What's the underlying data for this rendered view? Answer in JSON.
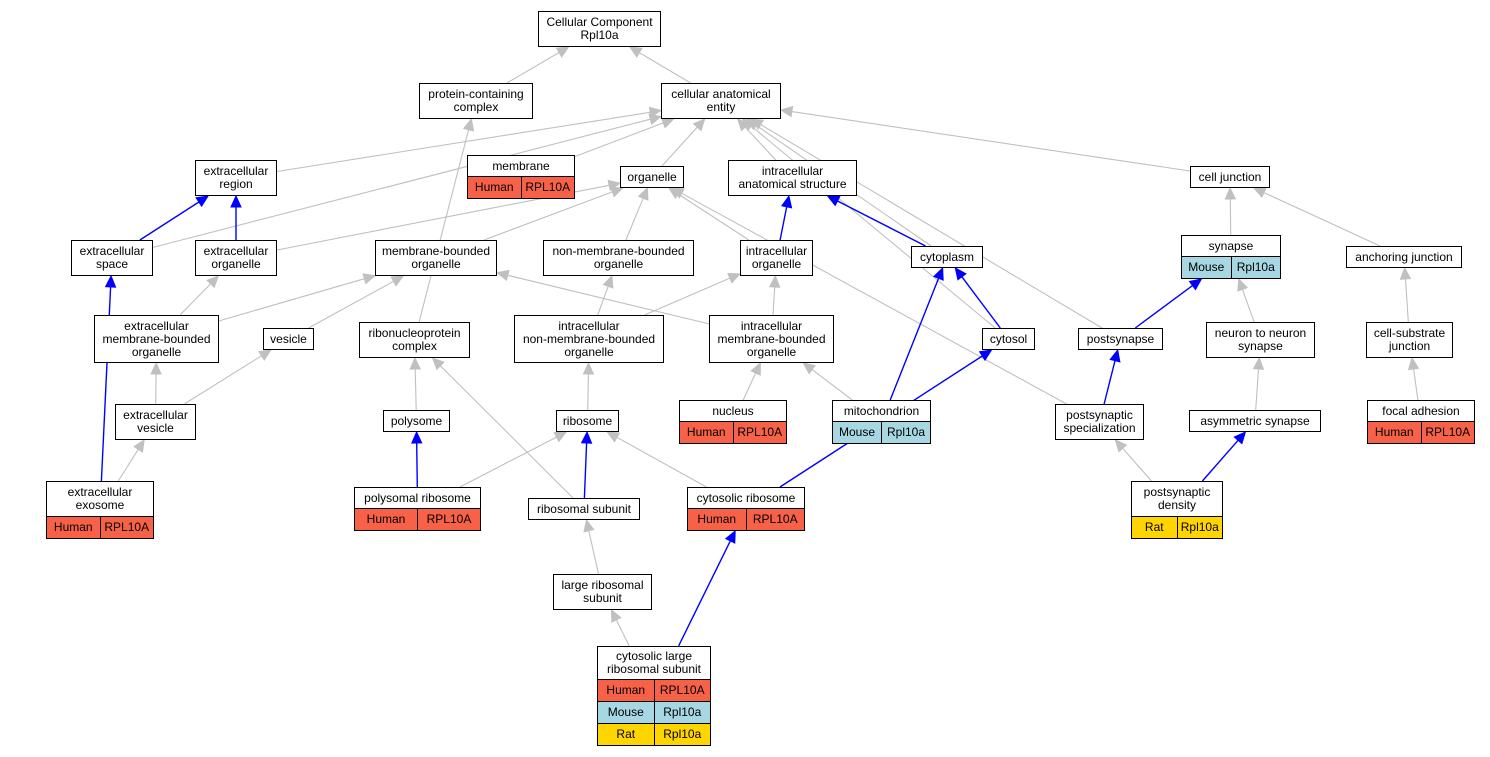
{
  "colors": {
    "edge_is_a": "#c0c0c0",
    "edge_part_of": "#0000ff",
    "species": {
      "Human": "#f76148",
      "Mouse": "#a6d7e3",
      "Rat": "#ffd500"
    }
  },
  "nodes": [
    {
      "id": "cellular_component",
      "lines": [
        "Cellular Component",
        "Rpl10a"
      ],
      "annotations": []
    },
    {
      "id": "protein_containing_complex",
      "lines": [
        "protein-containing",
        "complex"
      ],
      "annotations": []
    },
    {
      "id": "cellular_anatomical_entity",
      "lines": [
        "cellular anatomical",
        "entity"
      ],
      "annotations": []
    },
    {
      "id": "membrane",
      "lines": [
        "membrane"
      ],
      "annotations": [
        {
          "species": "Human",
          "gene": "RPL10A"
        }
      ]
    },
    {
      "id": "extracellular_region",
      "lines": [
        "extracellular",
        "region"
      ],
      "annotations": []
    },
    {
      "id": "organelle",
      "lines": [
        "organelle"
      ],
      "annotations": []
    },
    {
      "id": "intracellular_anatomical_structure",
      "lines": [
        "intracellular",
        "anatomical structure"
      ],
      "annotations": []
    },
    {
      "id": "cell_junction",
      "lines": [
        "cell junction"
      ],
      "annotations": []
    },
    {
      "id": "extracellular_space",
      "lines": [
        "extracellular",
        "space"
      ],
      "annotations": []
    },
    {
      "id": "extracellular_organelle",
      "lines": [
        "extracellular",
        "organelle"
      ],
      "annotations": []
    },
    {
      "id": "membrane_bounded_organelle",
      "lines": [
        "membrane-bounded",
        "organelle"
      ],
      "annotations": []
    },
    {
      "id": "non_membrane_bounded_organelle",
      "lines": [
        "non-membrane-bounded",
        "organelle"
      ],
      "annotations": []
    },
    {
      "id": "intracellular_organelle",
      "lines": [
        "intracellular",
        "organelle"
      ],
      "annotations": []
    },
    {
      "id": "cytoplasm",
      "lines": [
        "cytoplasm"
      ],
      "annotations": []
    },
    {
      "id": "synapse",
      "lines": [
        "synapse"
      ],
      "annotations": [
        {
          "species": "Mouse",
          "gene": "Rpl10a"
        }
      ]
    },
    {
      "id": "anchoring_junction",
      "lines": [
        "anchoring junction"
      ],
      "annotations": []
    },
    {
      "id": "extracellular_membrane_bounded_organelle",
      "lines": [
        "extracellular",
        "membrane-bounded",
        "organelle"
      ],
      "annotations": []
    },
    {
      "id": "vesicle",
      "lines": [
        "vesicle"
      ],
      "annotations": []
    },
    {
      "id": "ribonucleoprotein_complex",
      "lines": [
        "ribonucleoprotein",
        "complex"
      ],
      "annotations": []
    },
    {
      "id": "intracellular_non_membrane_bounded_organelle",
      "lines": [
        "intracellular",
        "non-membrane-bounded",
        "organelle"
      ],
      "annotations": []
    },
    {
      "id": "intracellular_membrane_bounded_organelle",
      "lines": [
        "intracellular",
        "membrane-bounded",
        "organelle"
      ],
      "annotations": []
    },
    {
      "id": "cytosol",
      "lines": [
        "cytosol"
      ],
      "annotations": []
    },
    {
      "id": "postsynapse",
      "lines": [
        "postsynapse"
      ],
      "annotations": []
    },
    {
      "id": "neuron_to_neuron_synapse",
      "lines": [
        "neuron to neuron",
        "synapse"
      ],
      "annotations": []
    },
    {
      "id": "cell_substrate_junction",
      "lines": [
        "cell-substrate",
        "junction"
      ],
      "annotations": []
    },
    {
      "id": "extracellular_vesicle",
      "lines": [
        "extracellular",
        "vesicle"
      ],
      "annotations": []
    },
    {
      "id": "polysome",
      "lines": [
        "polysome"
      ],
      "annotations": []
    },
    {
      "id": "ribosome",
      "lines": [
        "ribosome"
      ],
      "annotations": []
    },
    {
      "id": "nucleus",
      "lines": [
        "nucleus"
      ],
      "annotations": [
        {
          "species": "Human",
          "gene": "RPL10A"
        }
      ]
    },
    {
      "id": "mitochondrion",
      "lines": [
        "mitochondrion"
      ],
      "annotations": [
        {
          "species": "Mouse",
          "gene": "Rpl10a"
        }
      ]
    },
    {
      "id": "postsynaptic_specialization",
      "lines": [
        "postsynaptic",
        "specialization"
      ],
      "annotations": []
    },
    {
      "id": "asymmetric_synapse",
      "lines": [
        "asymmetric synapse"
      ],
      "annotations": []
    },
    {
      "id": "focal_adhesion",
      "lines": [
        "focal adhesion"
      ],
      "annotations": [
        {
          "species": "Human",
          "gene": "RPL10A"
        }
      ]
    },
    {
      "id": "extracellular_exosome",
      "lines": [
        "extracellular",
        "exosome"
      ],
      "annotations": [
        {
          "species": "Human",
          "gene": "RPL10A"
        }
      ]
    },
    {
      "id": "polysomal_ribosome",
      "lines": [
        "polysomal ribosome"
      ],
      "annotations": [
        {
          "species": "Human",
          "gene": "RPL10A"
        }
      ]
    },
    {
      "id": "ribosomal_subunit",
      "lines": [
        "ribosomal subunit"
      ],
      "annotations": []
    },
    {
      "id": "cytosolic_ribosome",
      "lines": [
        "cytosolic ribosome"
      ],
      "annotations": [
        {
          "species": "Human",
          "gene": "RPL10A"
        }
      ]
    },
    {
      "id": "postsynaptic_density",
      "lines": [
        "postsynaptic",
        "density"
      ],
      "annotations": [
        {
          "species": "Rat",
          "gene": "Rpl10a"
        }
      ]
    },
    {
      "id": "large_ribosomal_subunit",
      "lines": [
        "large ribosomal",
        "subunit"
      ],
      "annotations": []
    },
    {
      "id": "cytosolic_large_ribosomal_subunit",
      "lines": [
        "cytosolic large",
        "ribosomal subunit"
      ],
      "annotations": [
        {
          "species": "Human",
          "gene": "RPL10A"
        },
        {
          "species": "Mouse",
          "gene": "Rpl10a"
        },
        {
          "species": "Rat",
          "gene": "Rpl10a"
        }
      ]
    }
  ],
  "edges": [
    {
      "from": "protein_containing_complex",
      "to": "cellular_component",
      "relation": "is_a"
    },
    {
      "from": "cellular_anatomical_entity",
      "to": "cellular_component",
      "relation": "is_a"
    },
    {
      "from": "extracellular_region",
      "to": "cellular_anatomical_entity",
      "relation": "is_a"
    },
    {
      "from": "membrane",
      "to": "cellular_anatomical_entity",
      "relation": "is_a"
    },
    {
      "from": "organelle",
      "to": "cellular_anatomical_entity",
      "relation": "is_a"
    },
    {
      "from": "intracellular_anatomical_structure",
      "to": "cellular_anatomical_entity",
      "relation": "is_a"
    },
    {
      "from": "cell_junction",
      "to": "cellular_anatomical_entity",
      "relation": "is_a"
    },
    {
      "from": "extracellular_space",
      "to": "cellular_anatomical_entity",
      "relation": "is_a"
    },
    {
      "from": "cytoplasm",
      "to": "cellular_anatomical_entity",
      "relation": "is_a"
    },
    {
      "from": "cytosol",
      "to": "cellular_anatomical_entity",
      "relation": "is_a"
    },
    {
      "from": "postsynapse",
      "to": "cellular_anatomical_entity",
      "relation": "is_a"
    },
    {
      "from": "extracellular_space",
      "to": "extracellular_region",
      "relation": "part_of"
    },
    {
      "from": "extracellular_organelle",
      "to": "extracellular_region",
      "relation": "part_of"
    },
    {
      "from": "extracellular_organelle",
      "to": "organelle",
      "relation": "is_a"
    },
    {
      "from": "membrane_bounded_organelle",
      "to": "organelle",
      "relation": "is_a"
    },
    {
      "from": "non_membrane_bounded_organelle",
      "to": "organelle",
      "relation": "is_a"
    },
    {
      "from": "intracellular_organelle",
      "to": "organelle",
      "relation": "is_a"
    },
    {
      "from": "postsynaptic_specialization",
      "to": "organelle",
      "relation": "is_a"
    },
    {
      "from": "intracellular_organelle",
      "to": "intracellular_anatomical_structure",
      "relation": "part_of"
    },
    {
      "from": "cytoplasm",
      "to": "intracellular_anatomical_structure",
      "relation": "part_of"
    },
    {
      "from": "synapse",
      "to": "cell_junction",
      "relation": "is_a"
    },
    {
      "from": "anchoring_junction",
      "to": "cell_junction",
      "relation": "is_a"
    },
    {
      "from": "extracellular_membrane_bounded_organelle",
      "to": "extracellular_organelle",
      "relation": "is_a"
    },
    {
      "from": "extracellular_membrane_bounded_organelle",
      "to": "membrane_bounded_organelle",
      "relation": "is_a"
    },
    {
      "from": "vesicle",
      "to": "membrane_bounded_organelle",
      "relation": "is_a"
    },
    {
      "from": "intracellular_membrane_bounded_organelle",
      "to": "membrane_bounded_organelle",
      "relation": "is_a"
    },
    {
      "from": "intracellular_non_membrane_bounded_organelle",
      "to": "non_membrane_bounded_organelle",
      "relation": "is_a"
    },
    {
      "from": "intracellular_non_membrane_bounded_organelle",
      "to": "intracellular_organelle",
      "relation": "is_a"
    },
    {
      "from": "intracellular_membrane_bounded_organelle",
      "to": "intracellular_organelle",
      "relation": "is_a"
    },
    {
      "from": "ribonucleoprotein_complex",
      "to": "protein_containing_complex",
      "relation": "is_a"
    },
    {
      "from": "cytosol",
      "to": "cytoplasm",
      "relation": "part_of"
    },
    {
      "from": "mitochondrion",
      "to": "cytoplasm",
      "relation": "part_of"
    },
    {
      "from": "postsynapse",
      "to": "synapse",
      "relation": "part_of"
    },
    {
      "from": "neuron_to_neuron_synapse",
      "to": "synapse",
      "relation": "is_a"
    },
    {
      "from": "cell_substrate_junction",
      "to": "anchoring_junction",
      "relation": "is_a"
    },
    {
      "from": "extracellular_vesicle",
      "to": "extracellular_membrane_bounded_organelle",
      "relation": "is_a"
    },
    {
      "from": "extracellular_vesicle",
      "to": "vesicle",
      "relation": "is_a"
    },
    {
      "from": "polysome",
      "to": "ribonucleoprotein_complex",
      "relation": "is_a"
    },
    {
      "from": "ribosomal_subunit",
      "to": "ribonucleoprotein_complex",
      "relation": "is_a"
    },
    {
      "from": "ribosome",
      "to": "intracellular_non_membrane_bounded_organelle",
      "relation": "is_a"
    },
    {
      "from": "nucleus",
      "to": "intracellular_membrane_bounded_organelle",
      "relation": "is_a"
    },
    {
      "from": "mitochondrion",
      "to": "intracellular_membrane_bounded_organelle",
      "relation": "is_a"
    },
    {
      "from": "postsynaptic_specialization",
      "to": "postsynapse",
      "relation": "part_of"
    },
    {
      "from": "asymmetric_synapse",
      "to": "neuron_to_neuron_synapse",
      "relation": "is_a"
    },
    {
      "from": "focal_adhesion",
      "to": "cell_substrate_junction",
      "relation": "is_a"
    },
    {
      "from": "extracellular_exosome",
      "to": "extracellular_space",
      "relation": "part_of"
    },
    {
      "from": "extracellular_exosome",
      "to": "extracellular_vesicle",
      "relation": "is_a"
    },
    {
      "from": "polysomal_ribosome",
      "to": "polysome",
      "relation": "part_of"
    },
    {
      "from": "polysomal_ribosome",
      "to": "ribosome",
      "relation": "is_a"
    },
    {
      "from": "ribosomal_subunit",
      "to": "ribosome",
      "relation": "part_of"
    },
    {
      "from": "cytosolic_ribosome",
      "to": "ribosome",
      "relation": "is_a"
    },
    {
      "from": "cytosolic_ribosome",
      "to": "cytosol",
      "relation": "part_of"
    },
    {
      "from": "postsynaptic_density",
      "to": "postsynaptic_specialization",
      "relation": "is_a"
    },
    {
      "from": "postsynaptic_density",
      "to": "asymmetric_synapse",
      "relation": "part_of"
    },
    {
      "from": "large_ribosomal_subunit",
      "to": "ribosomal_subunit",
      "relation": "is_a"
    },
    {
      "from": "cytosolic_large_ribosomal_subunit",
      "to": "large_ribosomal_subunit",
      "relation": "is_a"
    },
    {
      "from": "cytosolic_large_ribosomal_subunit",
      "to": "cytosolic_ribosome",
      "relation": "part_of"
    }
  ]
}
